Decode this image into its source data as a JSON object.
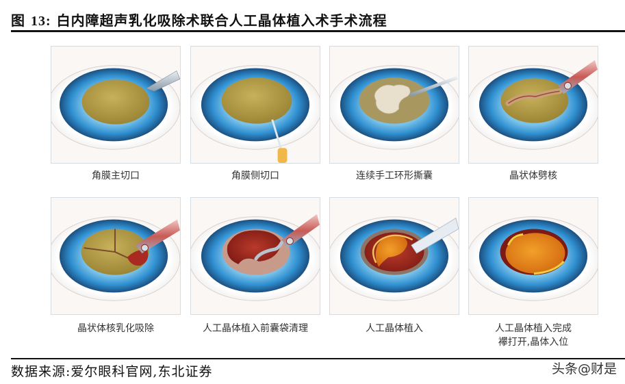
{
  "figure": {
    "title_prefix": "图",
    "title_number": "13:",
    "title_text": "白内障超声乳化吸除术联合人工晶体植入术手术流程",
    "source": "数据来源:爱尔眼科官网,东北证券",
    "watermark": "头条@财是"
  },
  "steps": [
    {
      "label": "角膜主切口",
      "icon": "eye-main-incision"
    },
    {
      "label": "角膜侧切口",
      "icon": "eye-side-incision"
    },
    {
      "label": "连续手工环形撕囊",
      "icon": "eye-capsulorhexis"
    },
    {
      "label": "晶状体劈核",
      "icon": "eye-nucleus-chop"
    },
    {
      "label": "晶状体核乳化吸除",
      "icon": "eye-phaco-aspiration"
    },
    {
      "label": "人工晶体植入前囊袋清理",
      "icon": "eye-capsule-cleaning"
    },
    {
      "label": "人工晶体植入",
      "icon": "eye-iol-insertion"
    },
    {
      "label_line1": "人工晶体植入完成",
      "label_line2": "襻打开,晶体入位",
      "icon": "eye-iol-in-place"
    }
  ],
  "colors": {
    "iris": "#2f8fd0",
    "iris_dark": "#1b5f96",
    "lens": "#b39a45",
    "blood": "#a0281f",
    "iol": "#e88a1a",
    "sclera": "#f4f6f8"
  }
}
